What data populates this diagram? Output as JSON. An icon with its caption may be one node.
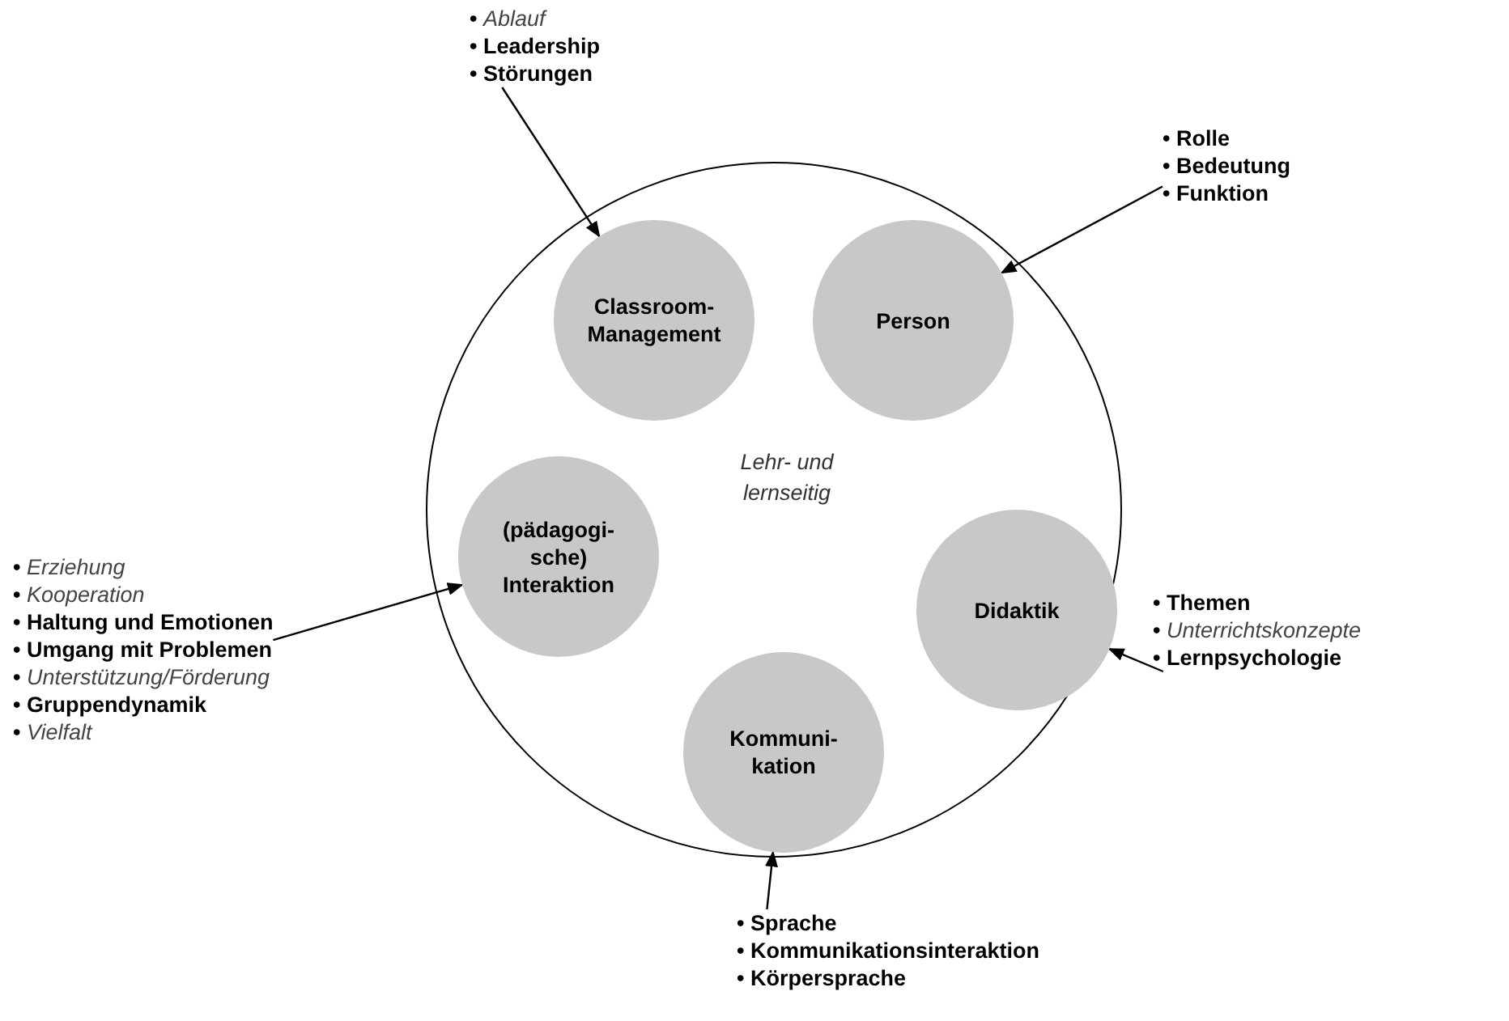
{
  "diagram": {
    "nodes": [
      {
        "text": [],
        "shape": "circle"
      },
      {
        "text": [
          "Classroom- Management"
        ],
        "in": 0
      },
      {
        "text": [
          "Person"
        ],
        "in": 0
      },
      {
        "text": [
          "(pädagogi- sche) Interaktion"
        ],
        "in": 0
      },
      {
        "text": [
          "Didaktik"
        ],
        "in": 0
      },
      {
        "text": [
          "Kommuni- kation"
        ],
        "in": 0
      },
      {
        "text": [
          "• *Ablauf*",
          "• Leadership",
          "• Störungen"
        ]
      },
      {
        "text": [
          "• Rolle",
          "• Bedeutung",
          "• Funktion"
        ]
      },
      {
        "text": [
          "• *Erziehung*",
          "• *Kooperation*",
          "• Haltung und Emotionen",
          "• Umgang mit Problemen",
          "• *Unterstützung/Förderung*",
          "• Gruppendynamik",
          "• *Vielfalt*"
        ]
      },
      {
        "text": [
          "• Themen",
          "• *Unterrichtskonzepte*",
          "• Lernpsychologie"
        ]
      },
      {
        "text": [
          "• Sprache",
          "• Kommunikationsinteraktion",
          "• Körpersprache"
        ]
      }
    ],
    "edges": [
      {
        "from": 6,
        "to": 1,
        "arrow": "to"
      },
      {
        "from": 7,
        "to": 2,
        "arrow": "to"
      },
      {
        "from": 8,
        "to": 3,
        "arrow": "to"
      },
      {
        "from": 9,
        "to": 4,
        "arrow": "to"
      },
      {
        "from": 10,
        "to": 5,
        "arrow": "to"
      }
    ],
    "labels": [
      "Lehr- und lernseitig"
    ]
  }
}
